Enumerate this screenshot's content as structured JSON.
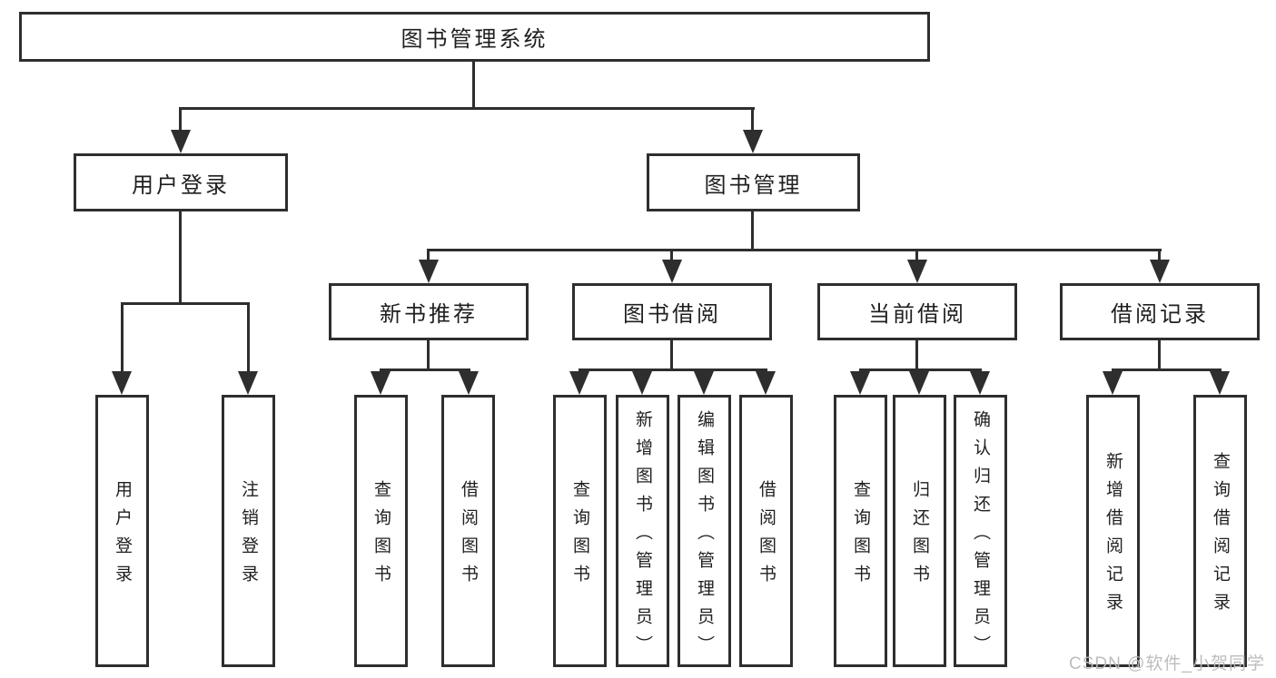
{
  "diagram": {
    "root": {
      "label": "图书管理系统"
    },
    "level2": [
      {
        "label": "用户登录"
      },
      {
        "label": "图书管理"
      }
    ],
    "level3": [
      {
        "label": "新书推荐"
      },
      {
        "label": "图书借阅"
      },
      {
        "label": "当前借阅"
      },
      {
        "label": "借阅记录"
      }
    ],
    "leaves": {
      "user_login": [
        {
          "label": "用户登录"
        },
        {
          "label": "注销登录"
        }
      ],
      "new_book": [
        {
          "label": "查询图书"
        },
        {
          "label": "借阅图书"
        }
      ],
      "book_borrow": [
        {
          "label": "查询图书"
        },
        {
          "label": "新增图书（管理员）"
        },
        {
          "label": "编辑图书（管理员）"
        },
        {
          "label": "借阅图书"
        }
      ],
      "current_borrow": [
        {
          "label": "查询图书"
        },
        {
          "label": "归还图书"
        },
        {
          "label": "确认归还（管理员）"
        }
      ],
      "borrow_records": [
        {
          "label": "新增借阅记录"
        },
        {
          "label": "查询借阅记录"
        }
      ]
    }
  },
  "watermark": {
    "text": "CSDN @软件_小贺同学"
  },
  "colors": {
    "line": "#2e2e2e",
    "text": "#1f1f1f",
    "watermark": "#b9b9b9"
  }
}
